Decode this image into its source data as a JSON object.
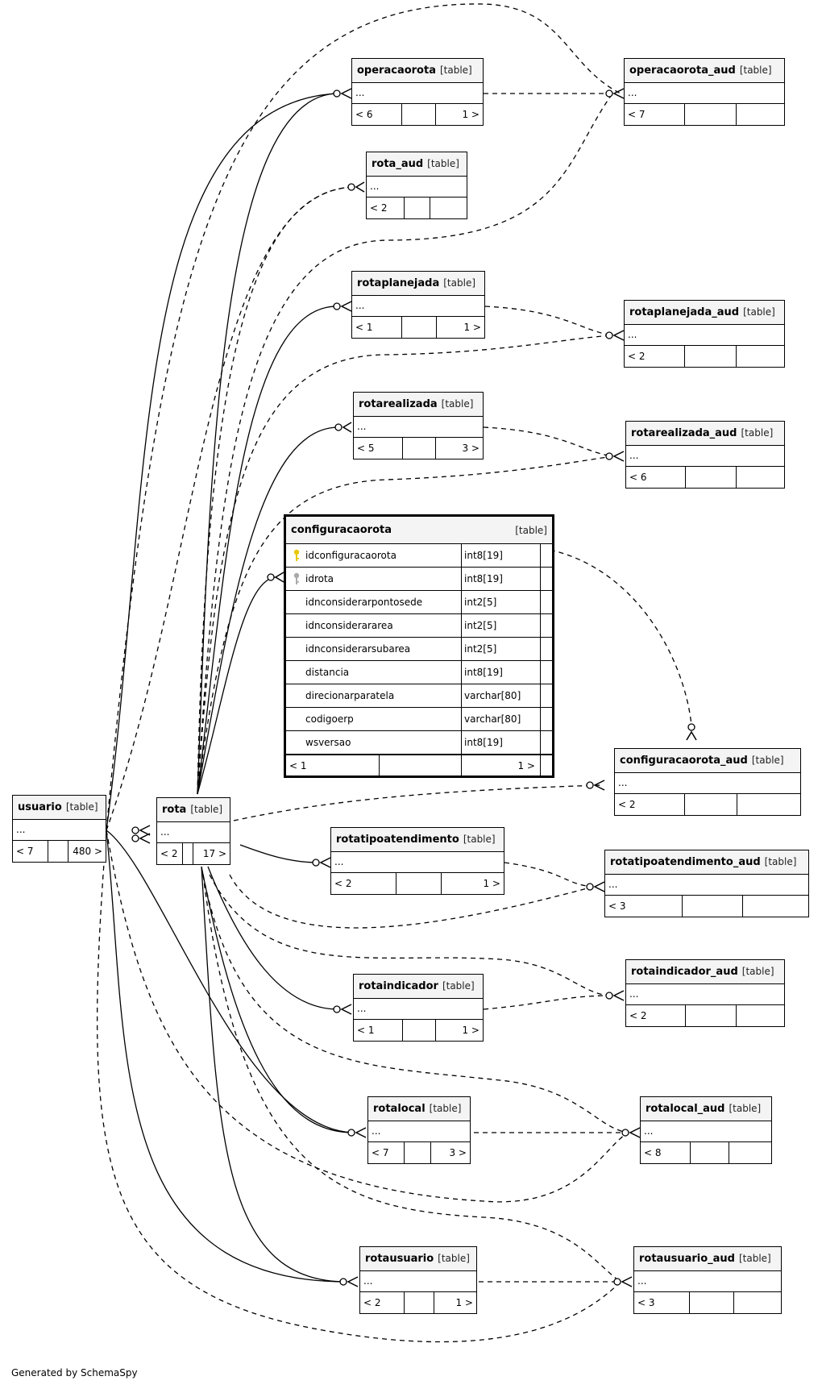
{
  "focus_table": {
    "name": "configuracaorota",
    "type": "[table]",
    "columns": [
      {
        "name": "idconfiguracaorota",
        "type": "int8[19]",
        "key": "primary"
      },
      {
        "name": "idrota",
        "type": "int8[19]",
        "key": "foreign"
      },
      {
        "name": "idnconsiderarpontosede",
        "type": "int2[5]",
        "key": ""
      },
      {
        "name": "idnconsiderararea",
        "type": "int2[5]",
        "key": ""
      },
      {
        "name": "idnconsiderarsubarea",
        "type": "int2[5]",
        "key": ""
      },
      {
        "name": "distancia",
        "type": "int8[19]",
        "key": ""
      },
      {
        "name": "direcionarparatela",
        "type": "varchar[80]",
        "key": ""
      },
      {
        "name": "codigoerp",
        "type": "varchar[80]",
        "key": ""
      },
      {
        "name": "wsversao",
        "type": "int8[19]",
        "key": ""
      }
    ],
    "footer": {
      "parents": "< 1",
      "children": "1 >"
    }
  },
  "tables": [
    {
      "id": "usuario",
      "name": "usuario",
      "type": "[table]",
      "body": "...",
      "parents": "< 7",
      "rows": "",
      "children": "480 >"
    },
    {
      "id": "rota",
      "name": "rota",
      "type": "[table]",
      "body": "...",
      "parents": "< 2",
      "rows": "",
      "children": "17 >"
    },
    {
      "id": "operacaorota",
      "name": "operacaorota",
      "type": "[table]",
      "body": "...",
      "parents": "< 6",
      "rows": "",
      "children": "1 >"
    },
    {
      "id": "operacaorota_aud",
      "name": "operacaorota_aud",
      "type": "[table]",
      "body": "...",
      "parents": "< 7",
      "rows": "",
      "children": ""
    },
    {
      "id": "rota_aud",
      "name": "rota_aud",
      "type": "[table]",
      "body": "...",
      "parents": "< 2",
      "rows": "",
      "children": ""
    },
    {
      "id": "rotaplanejada",
      "name": "rotaplanejada",
      "type": "[table]",
      "body": "...",
      "parents": "< 1",
      "rows": "",
      "children": "1 >"
    },
    {
      "id": "rotaplanejada_aud",
      "name": "rotaplanejada_aud",
      "type": "[table]",
      "body": "...",
      "parents": "< 2",
      "rows": "",
      "children": ""
    },
    {
      "id": "rotarealizada",
      "name": "rotarealizada",
      "type": "[table]",
      "body": "...",
      "parents": "< 5",
      "rows": "",
      "children": "3 >"
    },
    {
      "id": "rotarealizada_aud",
      "name": "rotarealizada_aud",
      "type": "[table]",
      "body": "...",
      "parents": "< 6",
      "rows": "",
      "children": ""
    },
    {
      "id": "configuracaorota_aud",
      "name": "configuracaorota_aud",
      "type": "[table]",
      "body": "...",
      "parents": "< 2",
      "rows": "",
      "children": ""
    },
    {
      "id": "rotatipoatendimento",
      "name": "rotatipoatendimento",
      "type": "[table]",
      "body": "...",
      "parents": "< 2",
      "rows": "",
      "children": "1 >"
    },
    {
      "id": "rotatipoatendimento_aud",
      "name": "rotatipoatendimento_aud",
      "type": "[table]",
      "body": "...",
      "parents": "< 3",
      "rows": "",
      "children": ""
    },
    {
      "id": "rotaindicador",
      "name": "rotaindicador",
      "type": "[table]",
      "body": "...",
      "parents": "< 1",
      "rows": "",
      "children": "1 >"
    },
    {
      "id": "rotaindicador_aud",
      "name": "rotaindicador_aud",
      "type": "[table]",
      "body": "...",
      "parents": "< 2",
      "rows": "",
      "children": ""
    },
    {
      "id": "rotalocal",
      "name": "rotalocal",
      "type": "[table]",
      "body": "...",
      "parents": "< 7",
      "rows": "",
      "children": "3 >"
    },
    {
      "id": "rotalocal_aud",
      "name": "rotalocal_aud",
      "type": "[table]",
      "body": "...",
      "parents": "< 8",
      "rows": "",
      "children": ""
    },
    {
      "id": "rotausuario",
      "name": "rotausuario",
      "type": "[table]",
      "body": "...",
      "parents": "< 2",
      "rows": "",
      "children": "1 >"
    },
    {
      "id": "rotausuario_aud",
      "name": "rotausuario_aud",
      "type": "[table]",
      "body": "...",
      "parents": "< 3",
      "rows": "",
      "children": ""
    }
  ],
  "footer_text": "Generated by SchemaSpy",
  "colors": {
    "primary_key": "#e8c800",
    "foreign_key": "#aaaaaa",
    "line": "#000000",
    "header_bg": "#f4f4f4"
  }
}
